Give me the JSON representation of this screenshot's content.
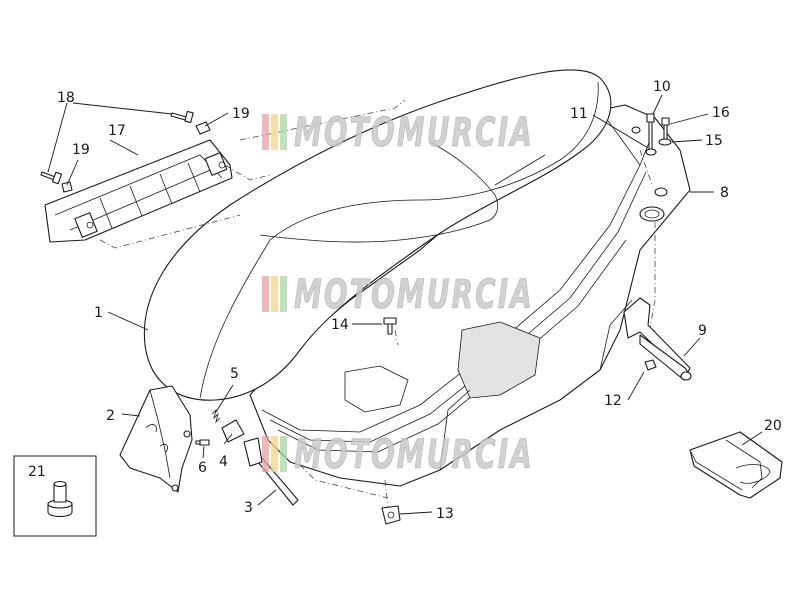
{
  "watermark": {
    "text": "MOTOMURCIA",
    "stripe_colors": [
      "#e8a0a0",
      "#f2d48a",
      "#a8d8a0"
    ]
  },
  "callouts": {
    "c1": "1",
    "c2": "2",
    "c3": "3",
    "c4": "4",
    "c5": "5",
    "c6": "6",
    "c8": "8",
    "c9": "9",
    "c10": "10",
    "c11": "11",
    "c12": "12",
    "c13": "13",
    "c14": "14",
    "c15": "15",
    "c16": "16",
    "c17": "17",
    "c18": "18",
    "c19a": "19",
    "c19b": "19",
    "c20": "20",
    "c21": "21"
  }
}
